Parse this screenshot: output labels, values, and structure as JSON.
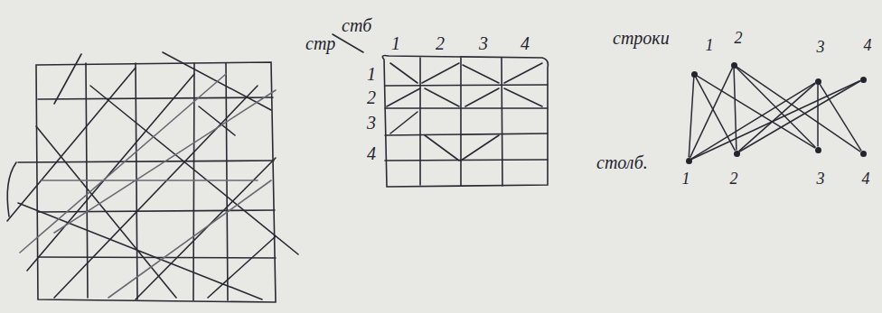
{
  "diagram": {
    "nodes": [
      {
        "text": [
          "1"
        ]
      },
      {
        "text": [
          "2"
        ]
      },
      {
        "text": [
          "3"
        ]
      },
      {
        "text": [
          "4"
        ]
      },
      {
        "text": [
          "1"
        ]
      },
      {
        "text": [
          "2"
        ]
      },
      {
        "text": [
          "3"
        ]
      },
      {
        "text": [
          "4"
        ]
      }
    ],
    "edges": [
      {
        "from": 0,
        "to": 4,
        "arrow": "none"
      },
      {
        "from": 0,
        "to": 5,
        "arrow": "none"
      },
      {
        "from": 0,
        "to": 6,
        "arrow": "none"
      },
      {
        "from": 1,
        "to": 4,
        "arrow": "none"
      },
      {
        "from": 1,
        "to": 5,
        "arrow": "none"
      },
      {
        "from": 1,
        "to": 6,
        "arrow": "none"
      },
      {
        "from": 1,
        "to": 7,
        "arrow": "none"
      },
      {
        "from": 2,
        "to": 4,
        "arrow": "none"
      },
      {
        "from": 2,
        "to": 5,
        "arrow": "none"
      },
      {
        "from": 2,
        "to": 6,
        "arrow": "none"
      },
      {
        "from": 2,
        "to": 7,
        "arrow": "none"
      },
      {
        "from": 3,
        "to": 4,
        "arrow": "none"
      },
      {
        "from": 3,
        "to": 5,
        "arrow": "none"
      }
    ],
    "labels": [
      "стр",
      "стб",
      "1",
      "2",
      "3",
      "4",
      "1",
      "2",
      "3",
      "4",
      "строки",
      "столб."
    ]
  }
}
